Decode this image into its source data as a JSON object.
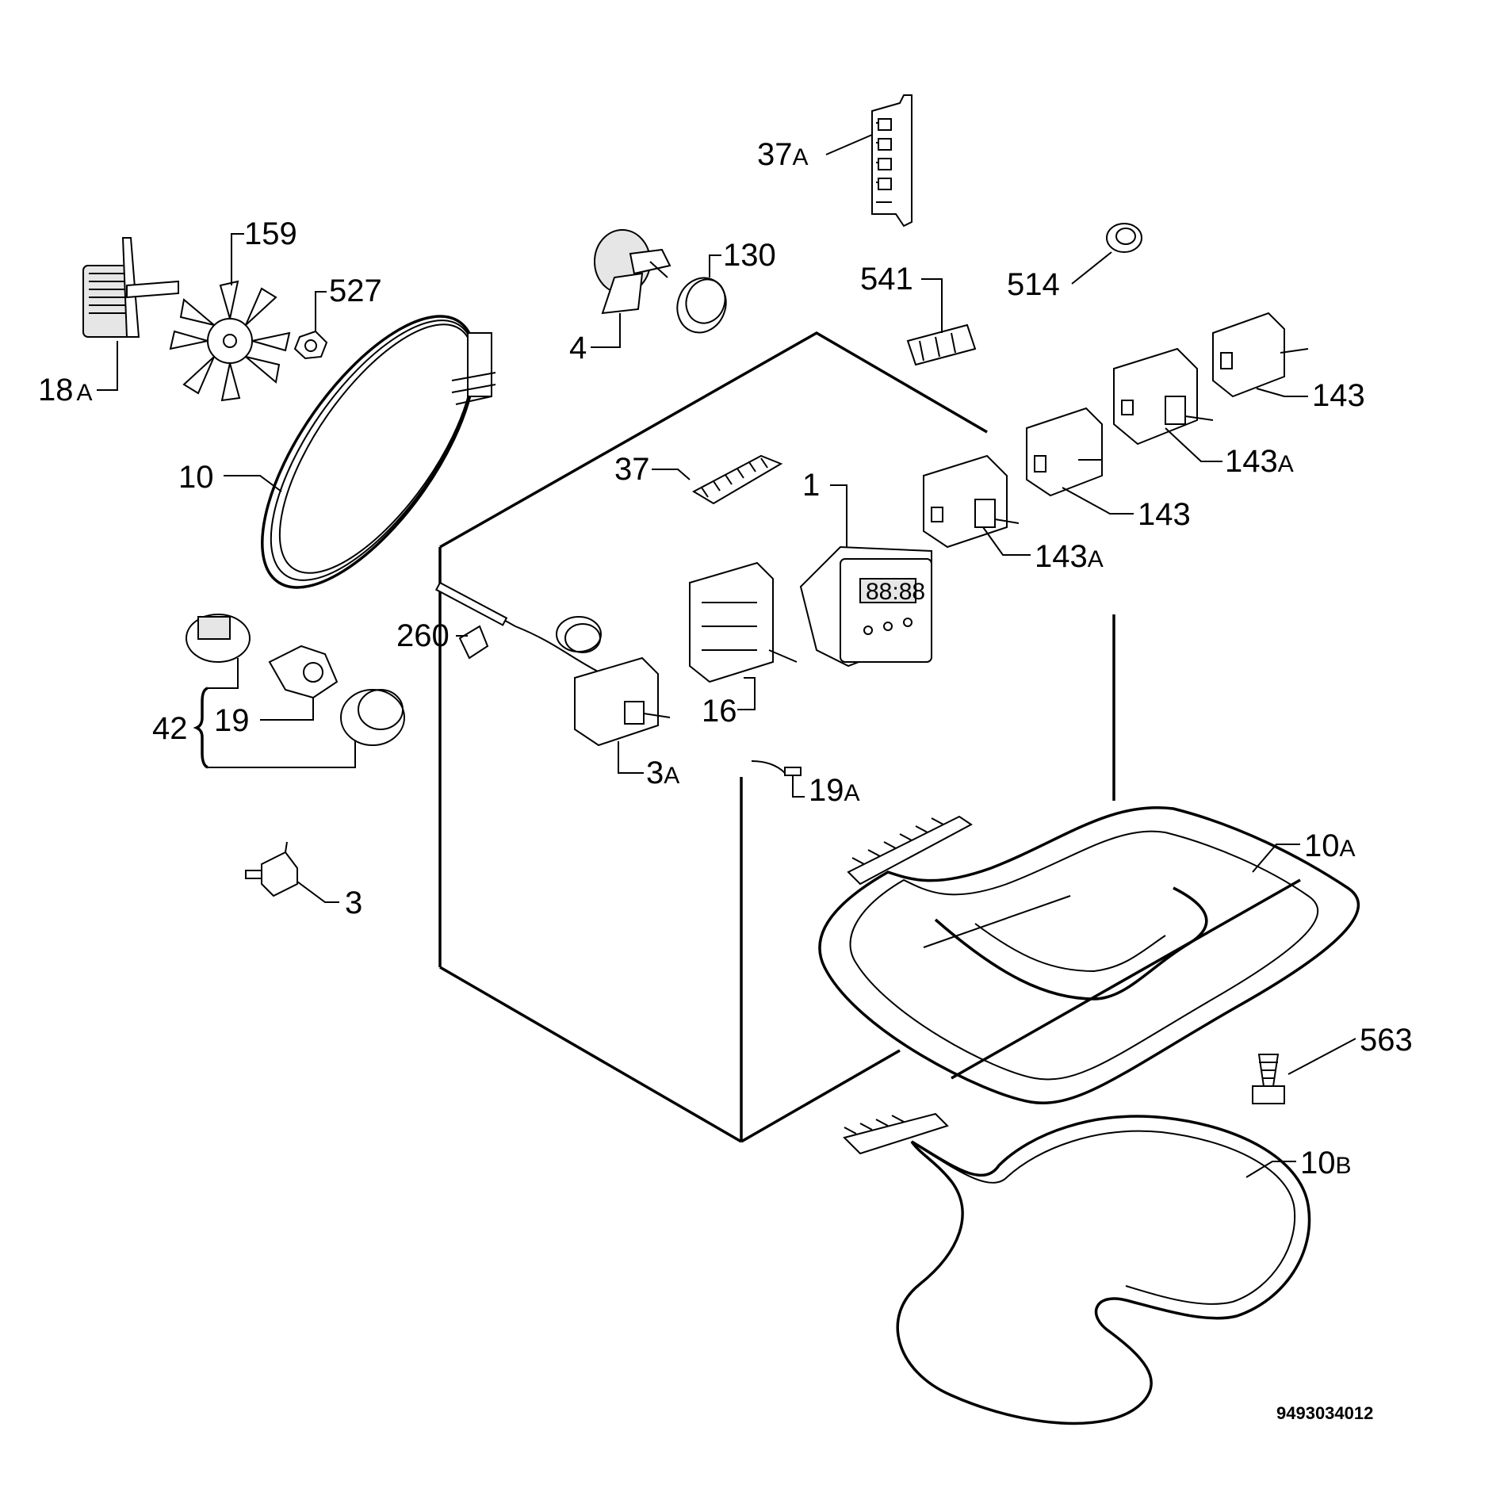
{
  "labels": {
    "p37a": {
      "num": "37",
      "suffix": "A"
    },
    "p159": {
      "num": "159"
    },
    "p130": {
      "num": "130"
    },
    "p527": {
      "num": "527"
    },
    "p541": {
      "num": "541"
    },
    "p514": {
      "num": "514"
    },
    "p18a": {
      "num": "18",
      "suffix": "A"
    },
    "p4": {
      "num": "4"
    },
    "p143_top": {
      "num": "143"
    },
    "p143a_top": {
      "num": "143",
      "suffix": "A"
    },
    "p10": {
      "num": "10"
    },
    "p37": {
      "num": "37"
    },
    "p1": {
      "num": "1"
    },
    "p143_mid": {
      "num": "143"
    },
    "p143a_mid": {
      "num": "143",
      "suffix": "A"
    },
    "p260": {
      "num": "260"
    },
    "p42": {
      "num": "42"
    },
    "p19": {
      "num": "19"
    },
    "p16": {
      "num": "16"
    },
    "p3a": {
      "num": "3",
      "suffix": "A"
    },
    "p19a": {
      "num": "19",
      "suffix": "A"
    },
    "p10a": {
      "num": "10",
      "suffix": "A"
    },
    "p3": {
      "num": "3"
    },
    "p563": {
      "num": "563"
    },
    "p10b": {
      "num": "10",
      "suffix": "B"
    }
  },
  "drawing_code": "9493034012",
  "display": {
    "timer_digits": "88:88"
  }
}
